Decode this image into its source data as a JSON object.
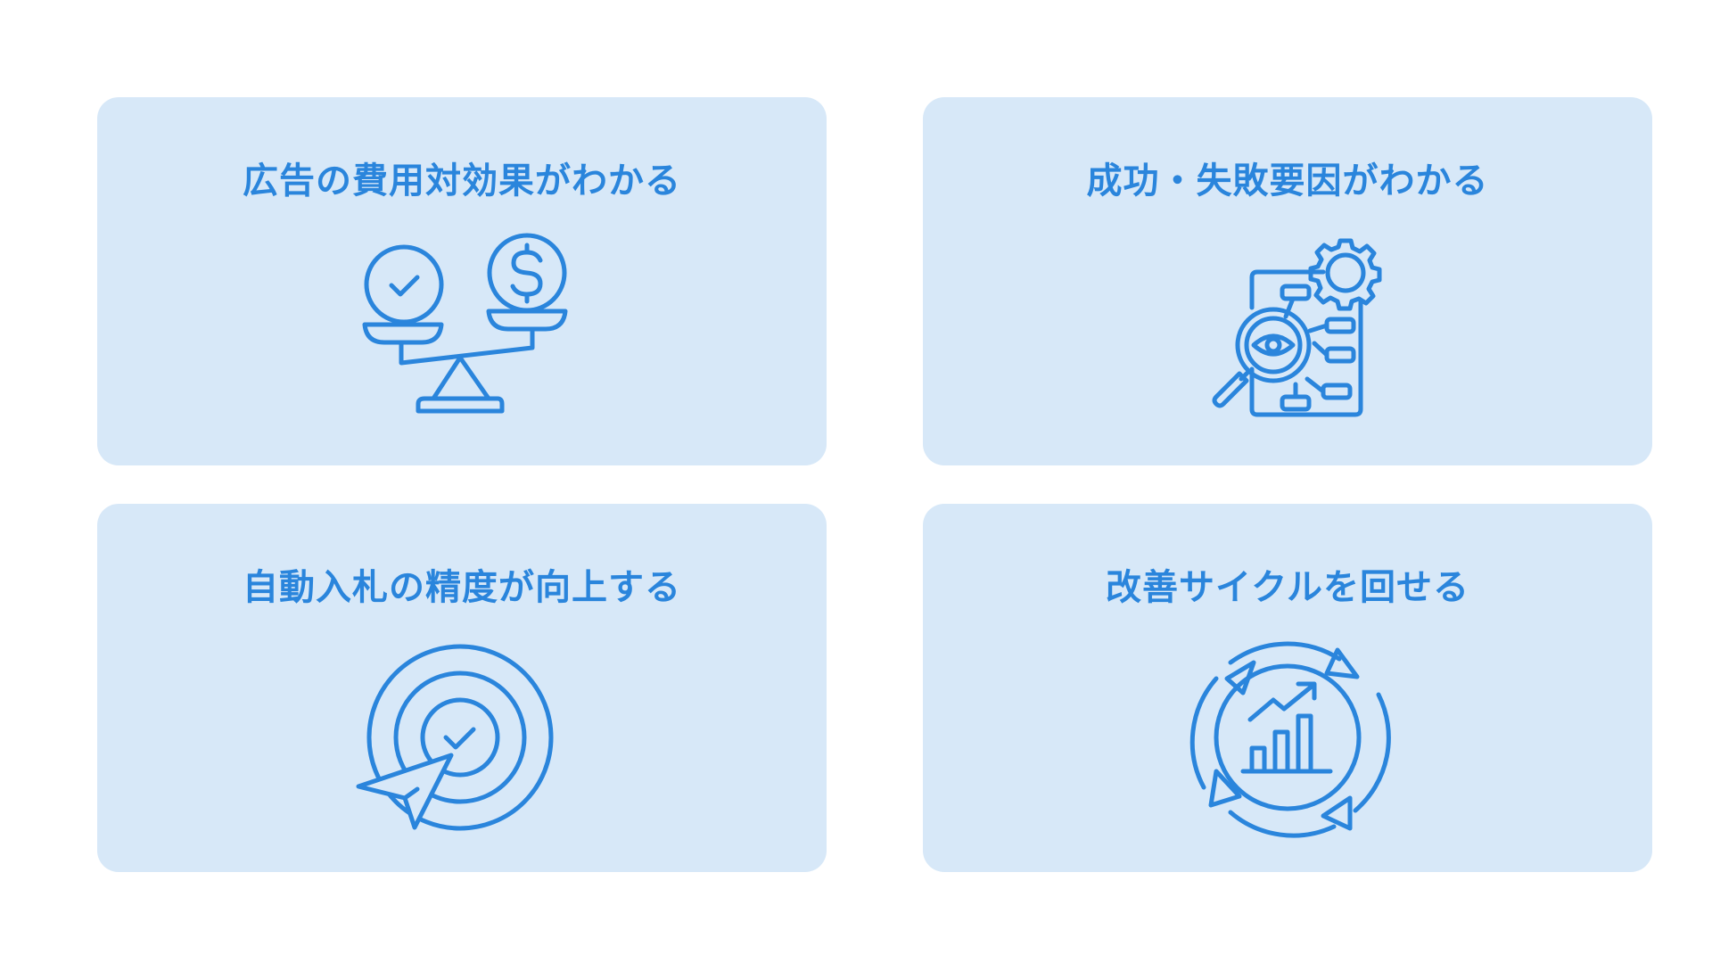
{
  "accent_color": "#2a85dc",
  "card_background": "#d7e8f8",
  "cards": [
    {
      "title": "広告の費用対効果がわかる",
      "icon": "balance-scale-icon"
    },
    {
      "title": "成功・失敗要因がわかる",
      "icon": "analysis-magnifier-icon"
    },
    {
      "title": "自動入札の精度が向上する",
      "icon": "target-cursor-icon"
    },
    {
      "title": "改善サイクルを回せる",
      "icon": "growth-cycle-icon"
    }
  ]
}
